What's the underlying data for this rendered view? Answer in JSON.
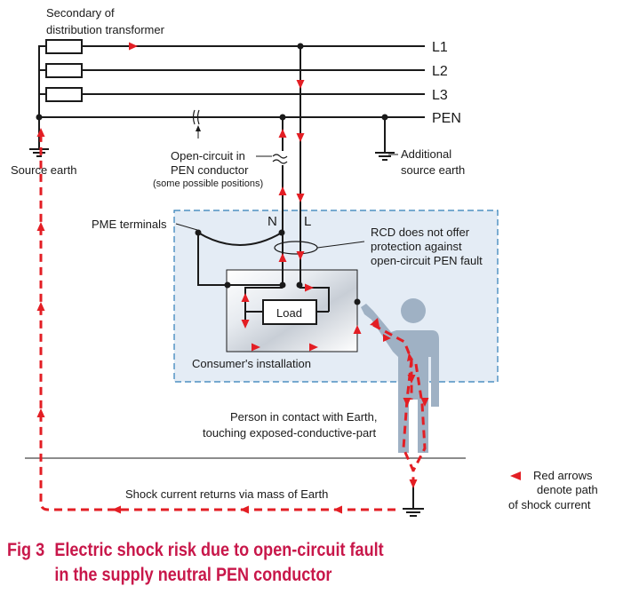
{
  "labels": {
    "transformer_line1": "Secondary of",
    "transformer_line2": "distribution transformer",
    "l1": "L1",
    "l2": "L2",
    "l3": "L3",
    "pen": "PEN",
    "source_earth": "Source earth",
    "open_circuit_line1": "Open-circuit in",
    "open_circuit_line2": "PEN conductor",
    "open_circuit_line3": "(some possible positions)",
    "additional_earth_line1": "Additional",
    "additional_earth_line2": "source earth",
    "pme_terminals": "PME terminals",
    "n": "N",
    "l": "L",
    "rcd_line1": "RCD does not offer",
    "rcd_line2": "protection against",
    "rcd_line3": "open-circuit PEN fault",
    "load": "Load",
    "consumer_installation": "Consumer's installation",
    "person_line1": "Person in contact with Earth,",
    "person_line2": "touching exposed-conductive-part",
    "shock_return": "Shock current returns via mass of Earth",
    "legend_line1": "Red arrows",
    "legend_line2": "denote path",
    "legend_line3": "of shock current"
  },
  "caption": {
    "fig_number": "Fig 3",
    "line1": "Electric shock risk due to open-circuit fault",
    "line2": "in the supply neutral PEN conductor"
  },
  "colors": {
    "shock_path": "#e31e24",
    "caption": "#c8174a",
    "installation_box": "#e4ecf5",
    "person": "#9fb1c4"
  }
}
